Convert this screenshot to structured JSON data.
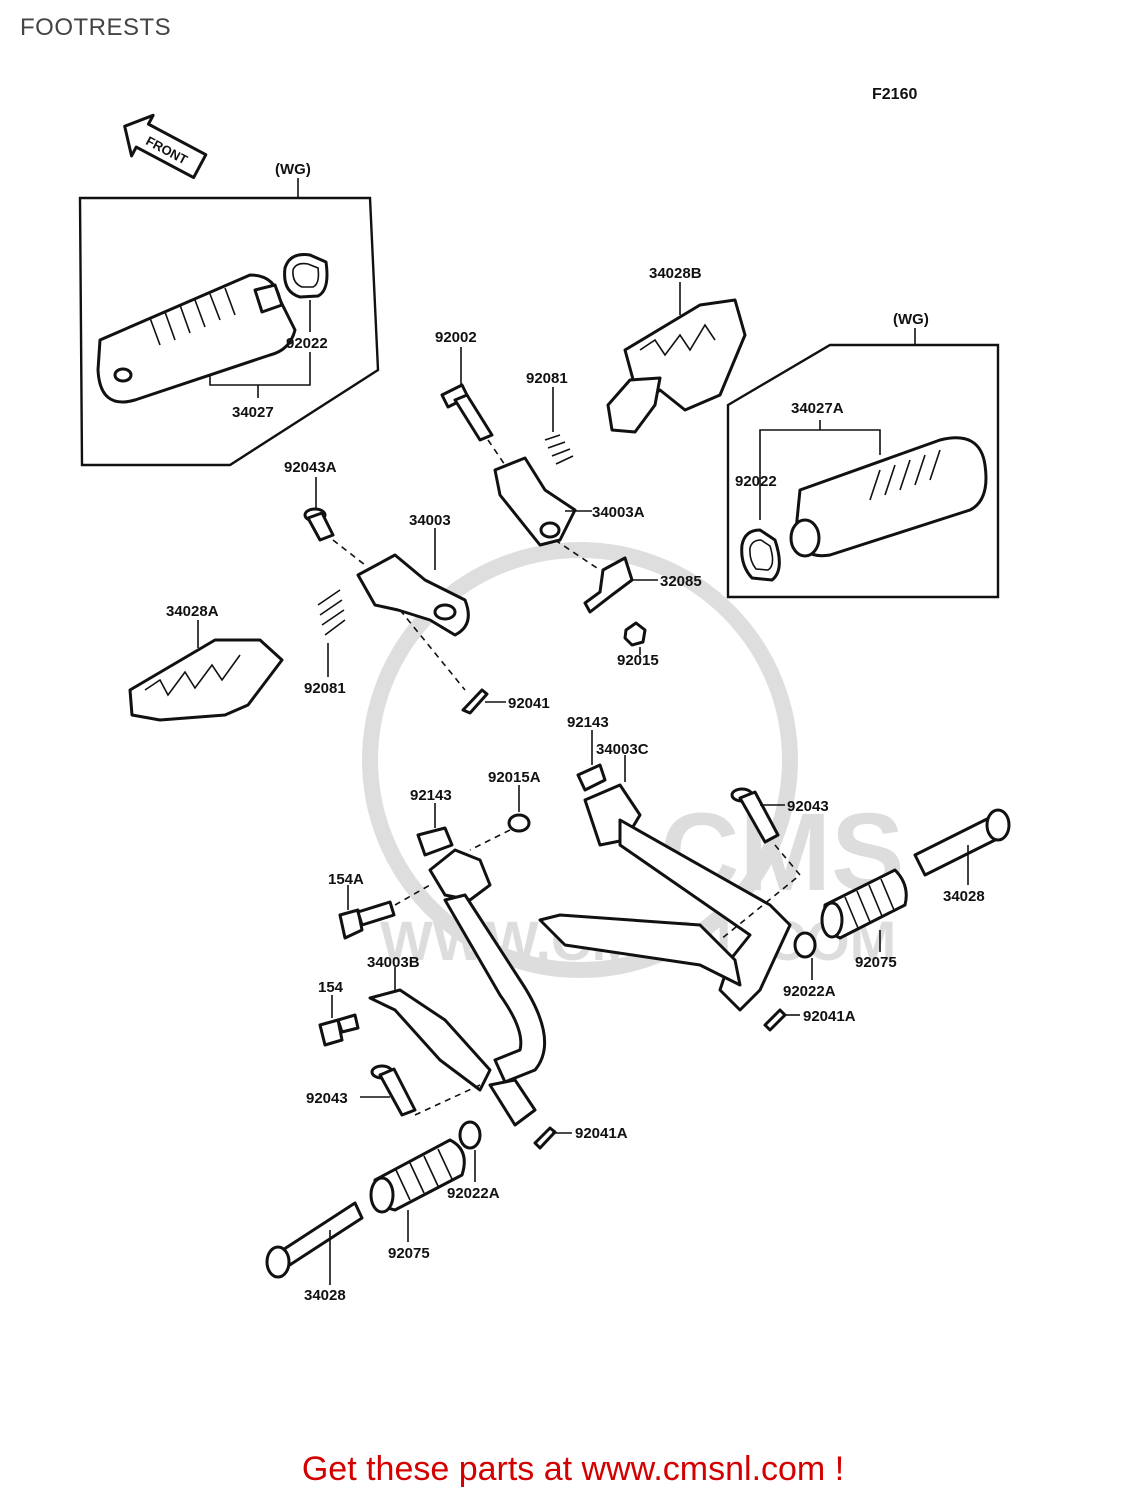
{
  "page": {
    "title": "FOOTRESTS"
  },
  "diagram": {
    "figure_code": "F2160",
    "front_arrow": "FRONT",
    "variant_labels": [
      "(WG)",
      "(WG)"
    ],
    "labels": [
      "34027",
      "92022",
      "92002",
      "92081",
      "34028B",
      "34027A",
      "92022",
      "92043A",
      "34003",
      "34003A",
      "32085",
      "34028A",
      "92081",
      "92015",
      "92041",
      "92143",
      "34003C",
      "92143",
      "92015A",
      "92043",
      "154A",
      "34028",
      "34003B",
      "92075",
      "154",
      "92022A",
      "92041A",
      "92043",
      "92041A",
      "92022A",
      "92075",
      "34028"
    ],
    "watermark": {
      "brand": "CMS",
      "url": "WWW.CMSNL.COM"
    }
  },
  "footer": {
    "link_text": "Get these parts at www.cmsnl.com !"
  }
}
